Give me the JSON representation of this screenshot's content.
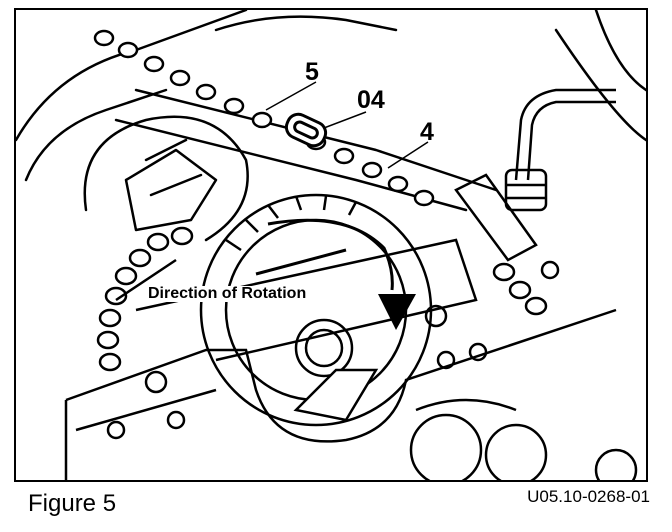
{
  "callouts": {
    "part_5": "5",
    "part_04": "04",
    "part_4": "4"
  },
  "rotation_label": "Direction of Rotation",
  "caption": "Figure 5",
  "figure_code": "U05.10-0268-01"
}
